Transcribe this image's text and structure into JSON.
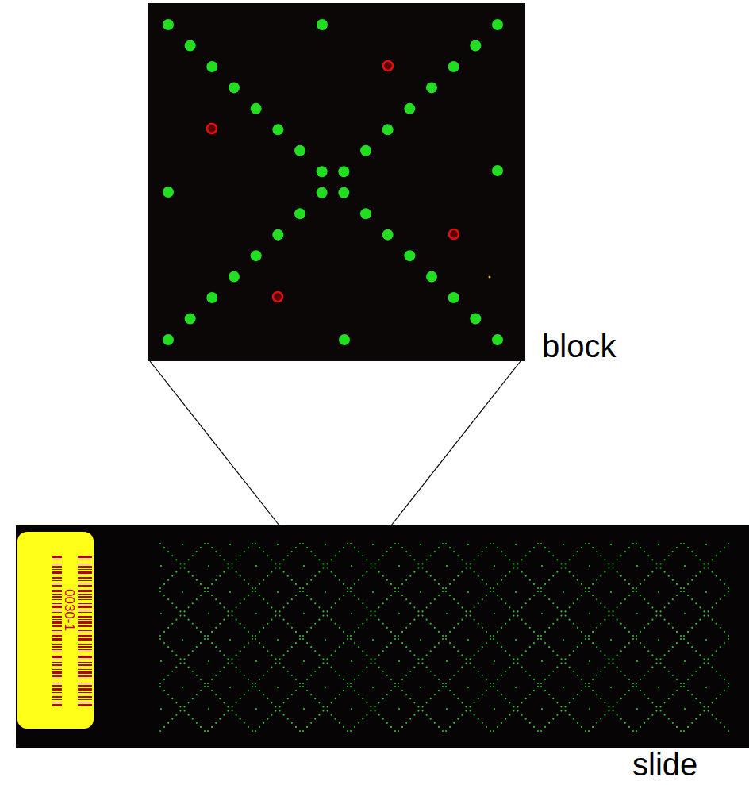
{
  "diagram": {
    "labels": [
      "block",
      "slide",
      "0030-1"
    ]
  }
}
